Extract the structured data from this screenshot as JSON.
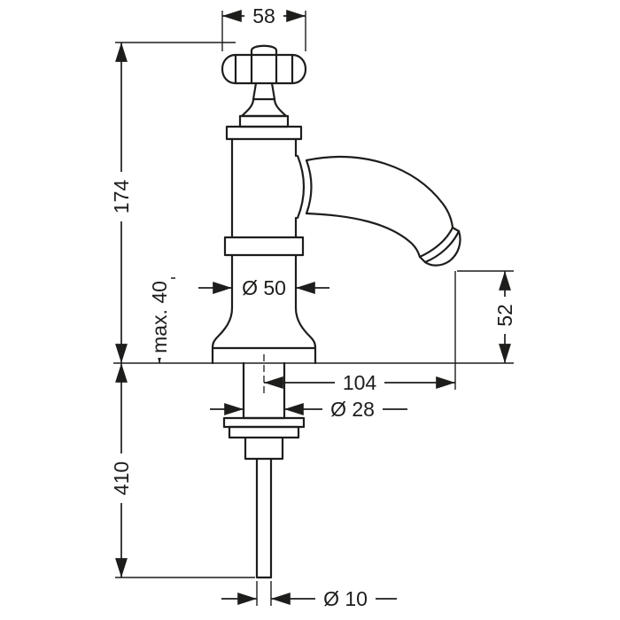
{
  "colors": {
    "ink": "#1d1d1b",
    "background": "#ffffff"
  },
  "drawing": {
    "labels": {
      "handle_width": "58",
      "total_height": "174",
      "max_deck_thickness": "max. 40",
      "base_diameter": "Ø 50",
      "outlet_height": "52",
      "spout_reach": "104",
      "shank_diameter": "Ø 28",
      "below_deck_length": "410",
      "pipe_diameter": "Ø 10"
    }
  }
}
